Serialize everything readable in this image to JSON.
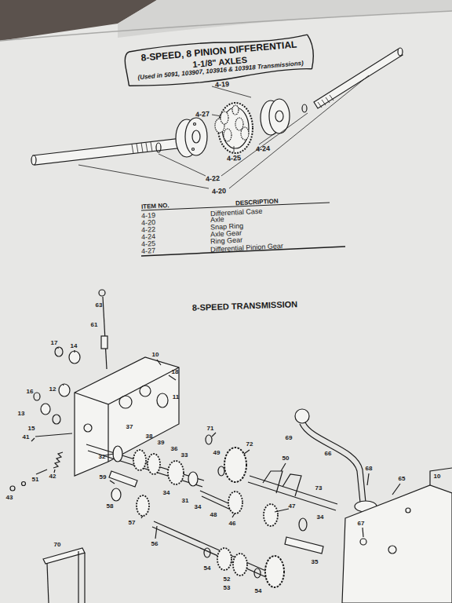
{
  "diagram": {
    "nodes": [
      {
        "text": [
          "8-SPEED, 8 PINION DIFFERENTIAL",
          "1-1/8\" AXLES",
          "(Used in 5091, 103907, 103916 & 103918 Transmissions)"
        ]
      }
    ],
    "edges": [],
    "labels": [
      "4-19",
      "4-27",
      "4-24",
      "4-25",
      "4-22",
      "4-20",
      "ITEM NO.",
      "DESCRIPTION",
      "4-19",
      "Differential Case",
      "4-20",
      "Axle",
      "4-22",
      "Snap Ring",
      "4-24",
      "Axle Gear",
      "4-25",
      "Ring Gear",
      "4-27",
      "Differential Pinion Gear",
      "8-SPEED TRANSMISSION",
      "63",
      "61",
      "17",
      "14",
      "10",
      "18",
      "16",
      "12",
      "11",
      "13",
      "15",
      "41",
      "38",
      "37",
      "32",
      "39",
      "36",
      "33",
      "71",
      "72",
      "69",
      "66",
      "49",
      "50",
      "42",
      "51",
      "59",
      "34",
      "31",
      "34",
      "48",
      "73",
      "68",
      "65",
      "10",
      "43",
      "58",
      "46",
      "47",
      "34",
      "35",
      "67",
      "57",
      "56",
      "54",
      "52",
      "53",
      "54",
      "70"
    ]
  }
}
